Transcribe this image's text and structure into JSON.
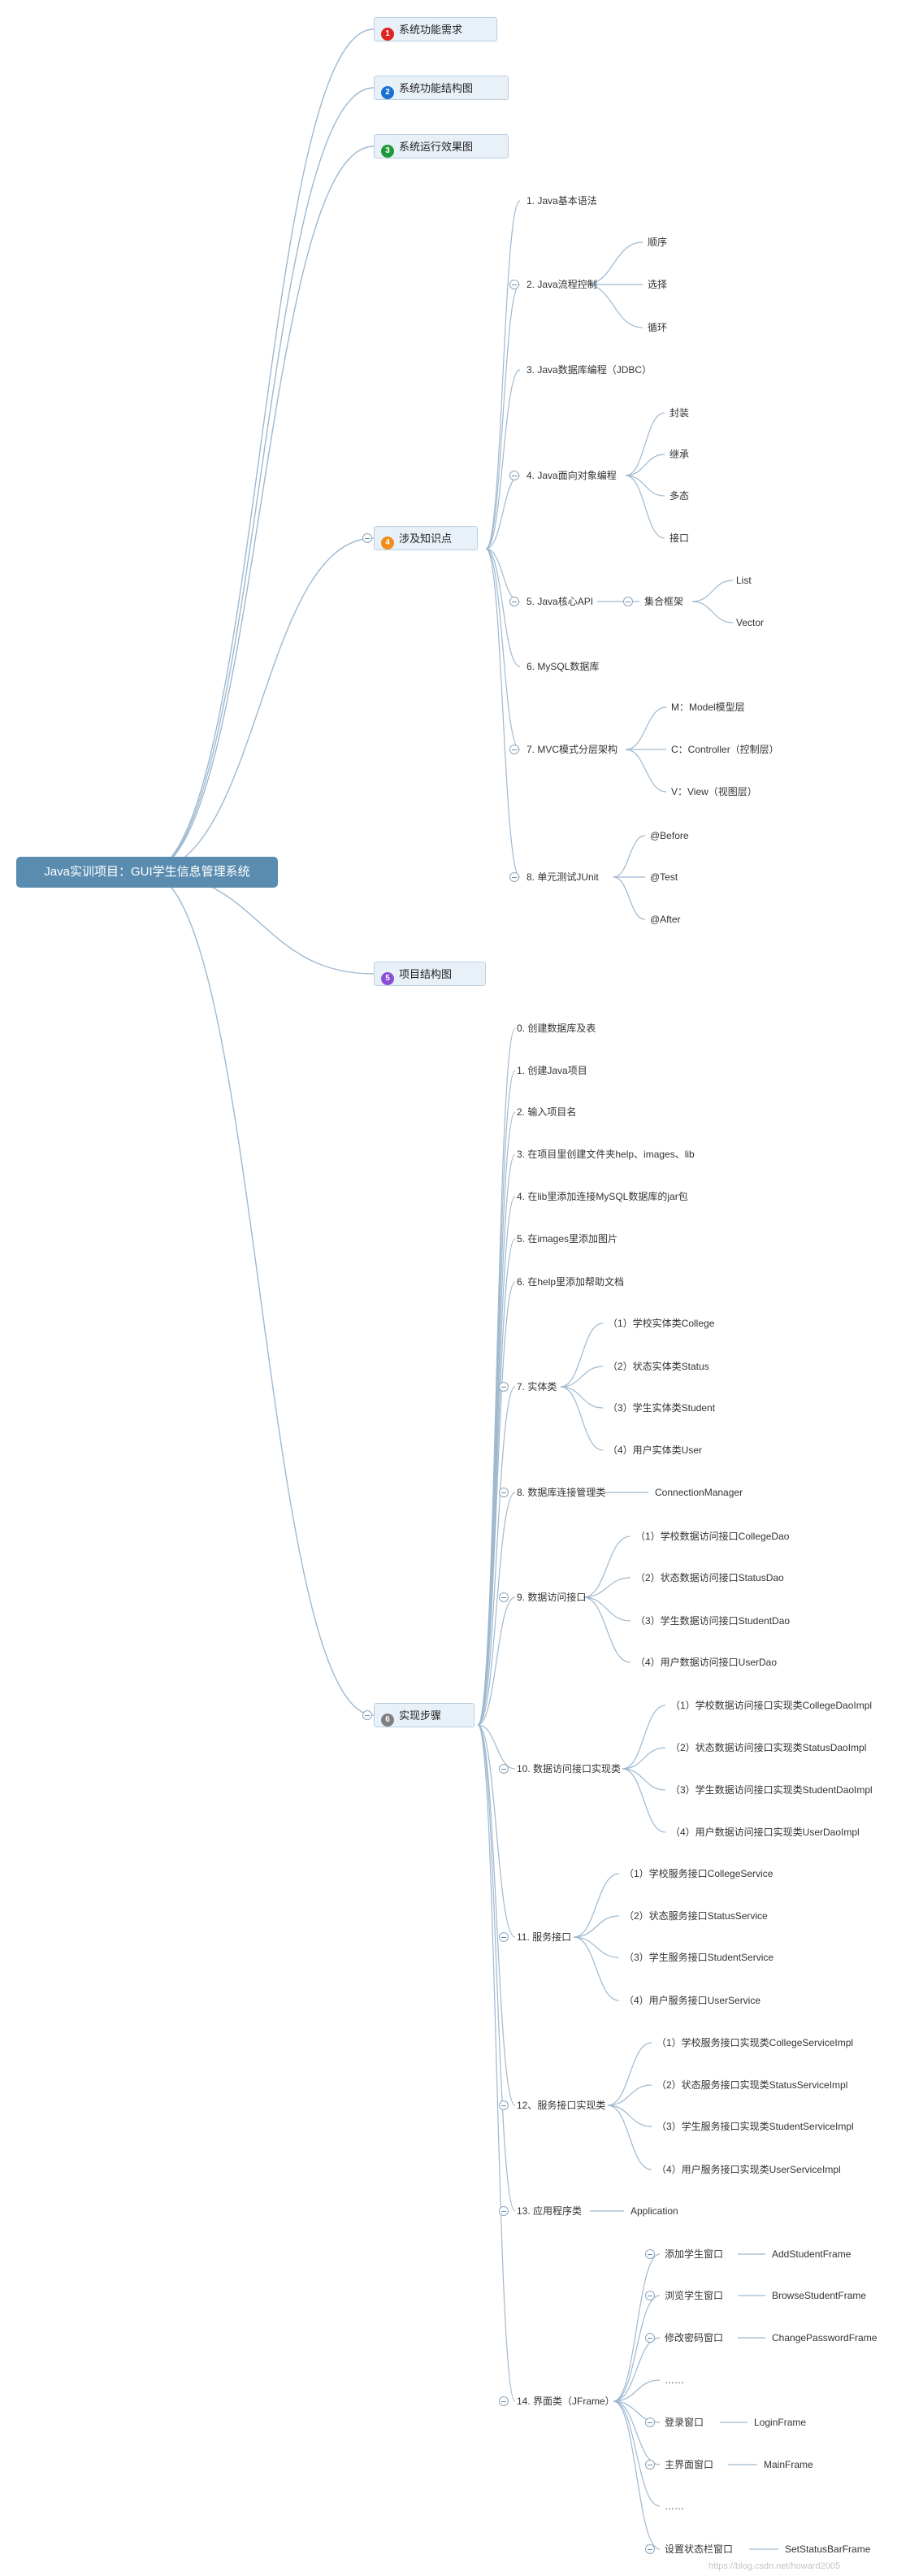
{
  "root": {
    "label": "Java实训项目：GUI学生信息管理系统"
  },
  "categories": [
    {
      "num": "1",
      "label": "系统功能需求",
      "color": "#e02424"
    },
    {
      "num": "2",
      "label": "系统功能结构图",
      "color": "#1a6fd1"
    },
    {
      "num": "3",
      "label": "系统运行效果图",
      "color": "#1f9a3a"
    },
    {
      "num": "4",
      "label": "涉及知识点",
      "color": "#f08c1a"
    },
    {
      "num": "5",
      "label": "项目结构图",
      "color": "#8b4fd6"
    },
    {
      "num": "6",
      "label": "实现步骤",
      "color": "#7f7f7f"
    }
  ],
  "knowledge": [
    {
      "label": "1. Java基本语法",
      "children": []
    },
    {
      "label": "2. Java流程控制",
      "children": [
        {
          "label": "顺序"
        },
        {
          "label": "选择"
        },
        {
          "label": "循环"
        }
      ]
    },
    {
      "label": "3. Java数据库编程（JDBC）",
      "children": []
    },
    {
      "label": "4. Java面向对象编程",
      "children": [
        {
          "label": "封装"
        },
        {
          "label": "继承"
        },
        {
          "label": "多态"
        },
        {
          "label": "接口"
        }
      ]
    },
    {
      "label": "5. Java核心API",
      "children": [
        {
          "label": "集合框架",
          "children": [
            {
              "label": "List"
            },
            {
              "label": "Vector"
            }
          ]
        }
      ]
    },
    {
      "label": "6. MySQL数据库",
      "children": []
    },
    {
      "label": "7. MVC模式分层架构",
      "children": [
        {
          "label": "M：Model模型层"
        },
        {
          "label": "C：Controller（控制层）"
        },
        {
          "label": "V：View（视图层）"
        }
      ]
    },
    {
      "label": "8. 单元测试JUnit",
      "children": [
        {
          "label": "@Before"
        },
        {
          "label": "@Test"
        },
        {
          "label": "@After"
        }
      ]
    }
  ],
  "steps": [
    {
      "label": "0. 创建数据库及表",
      "children": []
    },
    {
      "label": "1. 创建Java项目",
      "children": []
    },
    {
      "label": "2. 输入项目名",
      "children": []
    },
    {
      "label": "3. 在项目里创建文件夹help、images、lib",
      "children": []
    },
    {
      "label": "4. 在lib里添加连接MySQL数据库的jar包",
      "children": []
    },
    {
      "label": "5. 在images里添加图片",
      "children": []
    },
    {
      "label": "6. 在help里添加帮助文档",
      "children": []
    },
    {
      "label": "7. 实体类",
      "children": [
        {
          "label": "（1）学校实体类College"
        },
        {
          "label": "（2）状态实体类Status"
        },
        {
          "label": "（3）学生实体类Student"
        },
        {
          "label": "（4）用户实体类User"
        }
      ]
    },
    {
      "label": "8. 数据库连接管理类",
      "children": [
        {
          "label": "ConnectionManager"
        }
      ]
    },
    {
      "label": "9. 数据访问接口",
      "children": [
        {
          "label": "（1）学校数据访问接口CollegeDao"
        },
        {
          "label": "（2）状态数据访问接口StatusDao"
        },
        {
          "label": "（3）学生数据访问接口StudentDao"
        },
        {
          "label": "（4）用户数据访问接口UserDao"
        }
      ]
    },
    {
      "label": "10. 数据访问接口实现类",
      "children": [
        {
          "label": "（1）学校数据访问接口实现类CollegeDaoImpl"
        },
        {
          "label": "（2）状态数据访问接口实现类StatusDaoImpl"
        },
        {
          "label": "（3）学生数据访问接口实现类StudentDaoImpl"
        },
        {
          "label": "（4）用户数据访问接口实现类UserDaoImpl"
        }
      ]
    },
    {
      "label": "11. 服务接口",
      "children": [
        {
          "label": "（1）学校服务接口CollegeService"
        },
        {
          "label": "（2）状态服务接口StatusService"
        },
        {
          "label": "（3）学生服务接口StudentService"
        },
        {
          "label": "（4）用户服务接口UserService"
        }
      ]
    },
    {
      "label": "12、服务接口实现类",
      "children": [
        {
          "label": "（1）学校服务接口实现类CollegeServiceImpl"
        },
        {
          "label": "（2）状态服务接口实现类StatusServiceImpl"
        },
        {
          "label": "（3）学生服务接口实现类StudentServiceImpl"
        },
        {
          "label": "（4）用户服务接口实现类UserServiceImpl"
        }
      ]
    },
    {
      "label": "13. 应用程序类",
      "children": [
        {
          "label": "Application"
        }
      ]
    },
    {
      "label": "14. 界面类（JFrame）",
      "children": [
        {
          "label": "添加学生窗口",
          "children": [
            {
              "label": "AddStudentFrame"
            }
          ]
        },
        {
          "label": "浏览学生窗口",
          "children": [
            {
              "label": "BrowseStudentFrame"
            }
          ]
        },
        {
          "label": "修改密码窗口",
          "children": [
            {
              "label": "ChangePasswordFrame"
            }
          ]
        },
        {
          "label": "……",
          "children": []
        },
        {
          "label": "登录窗口",
          "children": [
            {
              "label": "LoginFrame"
            }
          ]
        },
        {
          "label": "主界面窗口",
          "children": [
            {
              "label": "MainFrame"
            }
          ]
        },
        {
          "label": "……",
          "children": []
        },
        {
          "label": "设置状态栏窗口",
          "children": [
            {
              "label": "SetStatusBarFrame"
            }
          ]
        }
      ]
    }
  ],
  "watermark": "https://blog.csdn.net/howard2005"
}
